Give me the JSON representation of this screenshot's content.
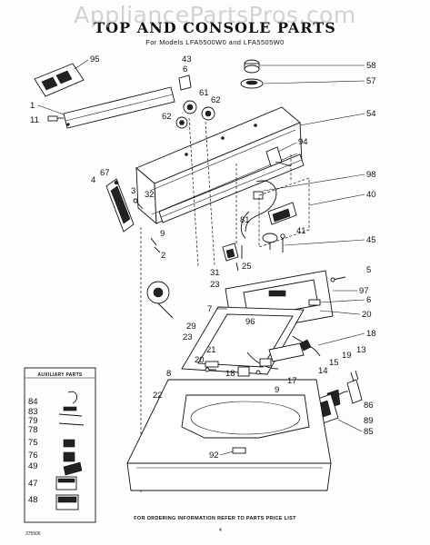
{
  "watermark": "AppliancePartsPros.com",
  "title": "TOP AND CONSOLE PARTS",
  "subtitle": "For Models LFA5500W0 and LFA5505W0",
  "auxiliary_title": "AUXILIARY PARTS",
  "footer": "FOR ORDERING INFORMATION REFER TO PARTS PRICE LIST",
  "doc_number": "375506",
  "page_number": "4",
  "callouts": [
    "95",
    "43",
    "6",
    "1",
    "62",
    "62",
    "61",
    "11",
    "58",
    "57",
    "54",
    "94",
    "67",
    "4",
    "3",
    "32",
    "98",
    "40",
    "81",
    "41",
    "45",
    "9",
    "31",
    "25",
    "23",
    "2",
    "5",
    "97",
    "6",
    "20",
    "29",
    "23",
    "7",
    "96",
    "21",
    "20",
    "18",
    "13",
    "19",
    "15",
    "14",
    "17",
    "18",
    "9",
    "8",
    "22",
    "86",
    "89",
    "85",
    "92"
  ],
  "auxiliary_callouts": [
    "84",
    "83",
    "79",
    "78",
    "75",
    "76",
    "49",
    "47",
    "48"
  ]
}
